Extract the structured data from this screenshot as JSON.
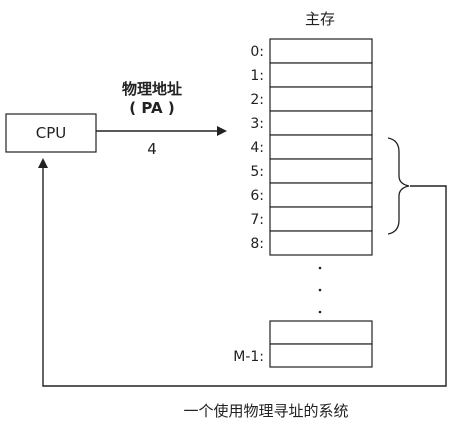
{
  "memory": {
    "title": "主存",
    "row_labels": [
      "0:",
      "1:",
      "2:",
      "3:",
      "4:",
      "5:",
      "6:",
      "7:",
      "8:"
    ],
    "last_label": "M-1:"
  },
  "cpu": {
    "label": "CPU"
  },
  "address": {
    "label_line1": "物理地址",
    "label_line2": "( PA )",
    "value": "4"
  },
  "caption": "一个使用物理寻址的系统",
  "colors": {
    "line": "#222222",
    "background": "#ffffff"
  }
}
